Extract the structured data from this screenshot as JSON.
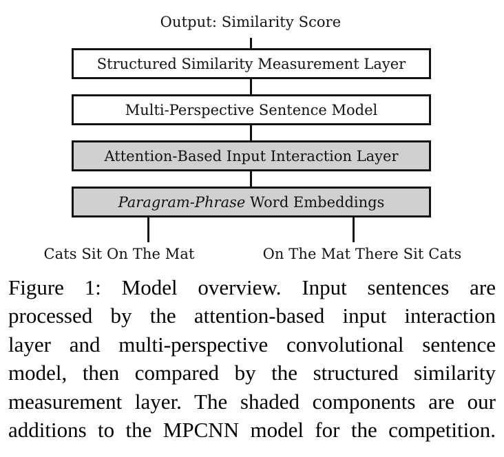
{
  "diagram": {
    "output_label": "Output: Similarity Score",
    "layers": [
      {
        "label": "Structured Similarity Measurement Layer",
        "italic_prefix": "",
        "shaded": false
      },
      {
        "label": "Multi-Perspective Sentence Model",
        "italic_prefix": "",
        "shaded": false
      },
      {
        "label": "Attention-Based Input Interaction Layer",
        "italic_prefix": "",
        "shaded": true
      },
      {
        "label": " Word Embeddings",
        "italic_prefix": "Paragram-Phrase",
        "shaded": true
      }
    ],
    "inputs": [
      {
        "label": "Cats Sit On The Mat"
      },
      {
        "label": "On The Mat There Sit Cats"
      }
    ],
    "colors": {
      "shaded_fill": "#d0d0d0",
      "border": "#111111",
      "unshaded_fill": "#ffffff"
    }
  },
  "caption": {
    "lines": [
      "Figure 1: Model overview. Input sentences are",
      "processed by the attention-based input interaction",
      "layer and multi-perspective convolutional sentence",
      "model, then compared by the structured similarity",
      "measurement layer. The shaded components are our",
      "additions to the MPCNN model for the competition."
    ]
  }
}
